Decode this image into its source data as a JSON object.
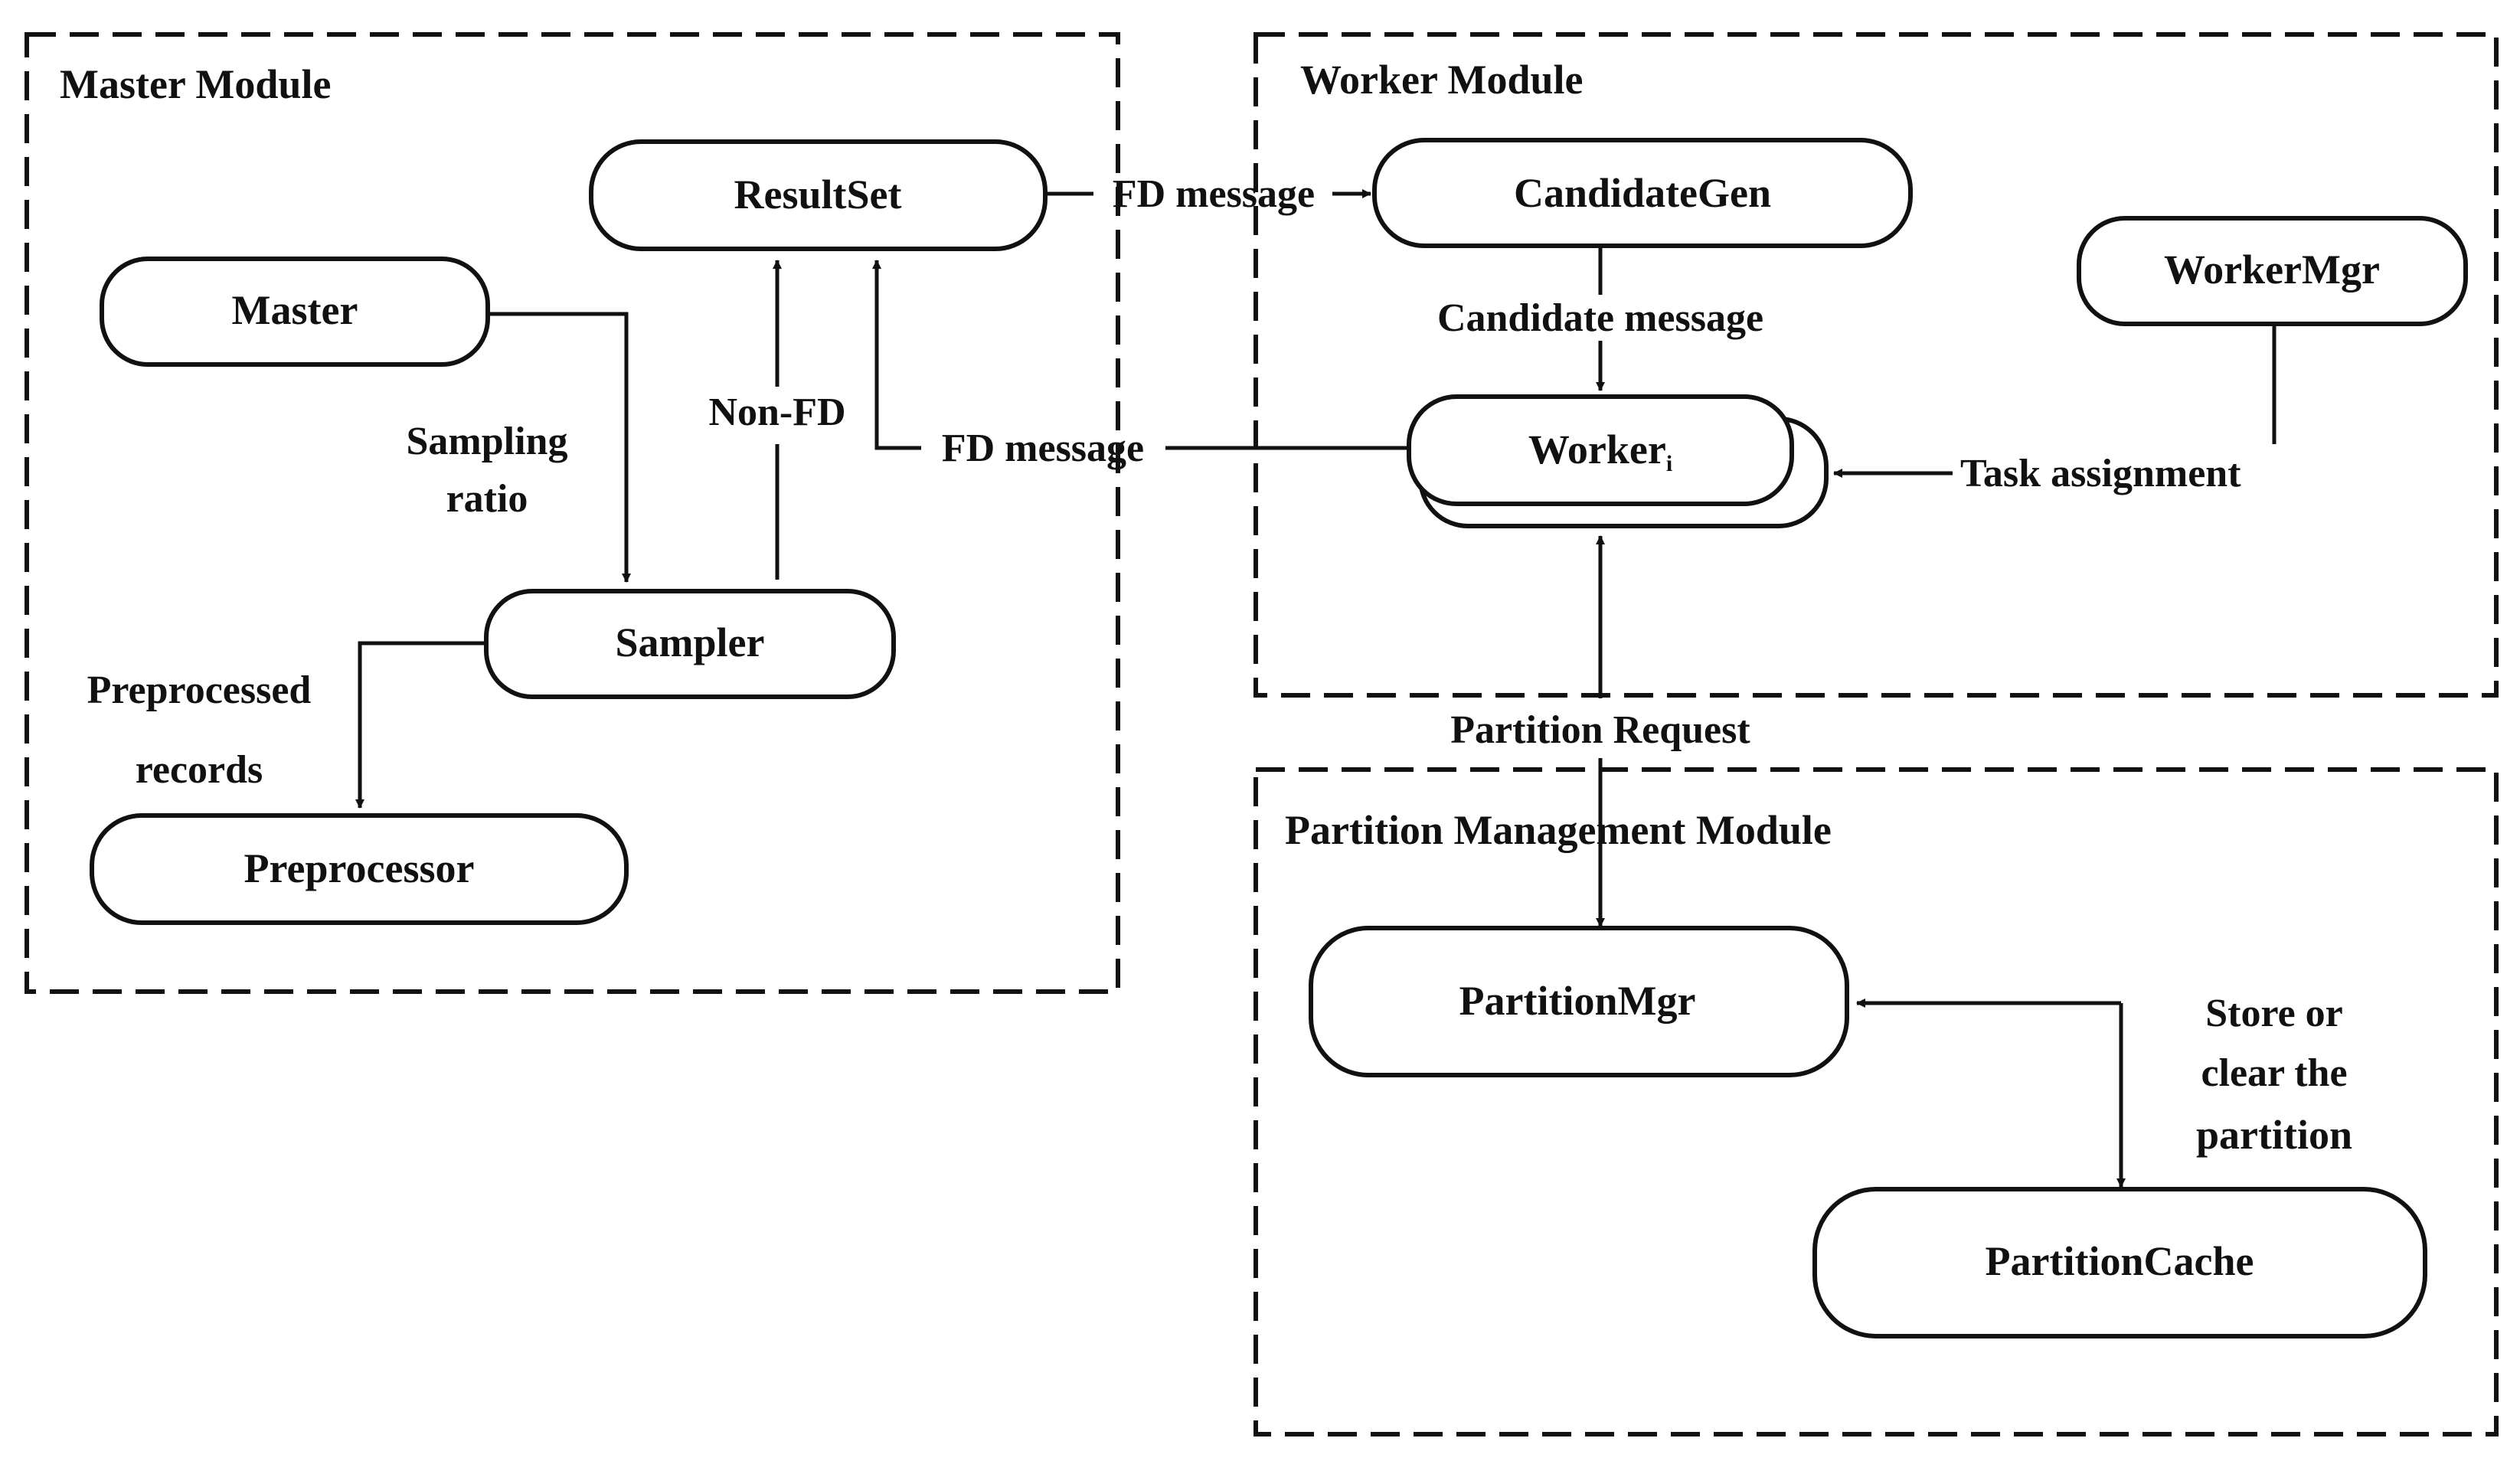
{
  "modules": {
    "master": "Master Module",
    "worker": "Worker Module",
    "partition": "Partition Management Module"
  },
  "nodes": {
    "resultset": "ResultSet",
    "master": "Master",
    "sampler": "Sampler",
    "preprocessor": "Preprocessor",
    "candidategen": "CandidateGen",
    "workermgr": "WorkerMgr",
    "worker": "Worker",
    "worker_sub": "i",
    "partitionmgr": "PartitionMgr",
    "partitioncache": "PartitionCache"
  },
  "edges": {
    "fd_message_top": "FD message",
    "fd_message_left": "FD message",
    "candidate_message": "Candidate message",
    "non_fd": "Non-FD",
    "sampling_ratio_1": "Sampling",
    "sampling_ratio_2": "ratio",
    "preprocessed_1": "Preprocessed",
    "preprocessed_2": "records",
    "task_assignment": "Task assignment",
    "partition_request": "Partition Request",
    "store_1": "Store or",
    "store_2": "clear the",
    "store_3": "partition"
  }
}
